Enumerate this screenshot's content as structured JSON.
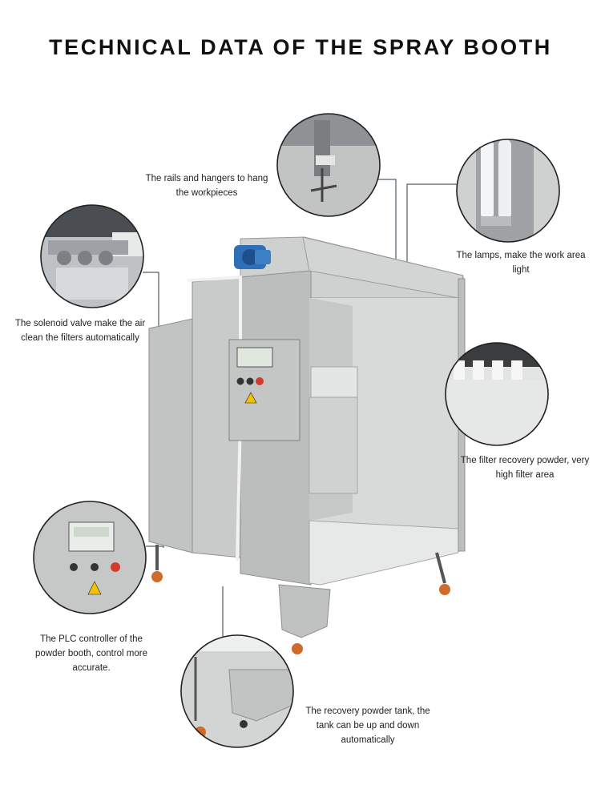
{
  "title": "TECHNICAL DATA OF THE SPRAY BOOTH",
  "callouts": {
    "rails": "The rails and hangers to hang the workpieces",
    "lamps": "The lamps, make the work area light",
    "solenoid": "The solenoid valve make the air clean the filters automatically",
    "filter": "The filter recovery powder, very high filter area",
    "plc": "The PLC controller of the powder booth, control more accurate.",
    "tank": "The recovery powder tank, the tank can be up and down automatically"
  },
  "colors": {
    "booth_body": "#bcbdbd",
    "booth_light": "#d8d9d9",
    "booth_dark": "#9a9c9c",
    "leader_line": "#2a3a4a",
    "motor": "#2f6fb5",
    "warning": "#f2c200"
  }
}
